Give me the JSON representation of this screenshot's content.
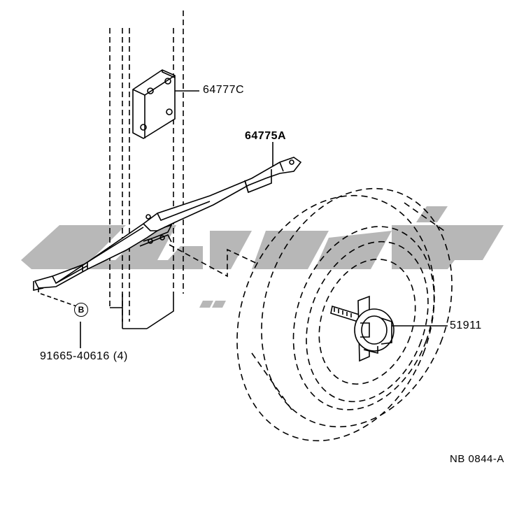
{
  "diagram": {
    "drawing_code": "NB 0844-A",
    "watermark_color": "#b4b4b4",
    "line_color": "#000000",
    "parts": [
      {
        "id": "mount-plate",
        "part_number": "64777C"
      },
      {
        "id": "tool-bar",
        "part_number": "64775A"
      },
      {
        "id": "clamp-bolt",
        "part_number": "51911"
      },
      {
        "id": "screw",
        "part_number": "91665-40616",
        "qty": "(4)",
        "callout": "B"
      }
    ]
  }
}
